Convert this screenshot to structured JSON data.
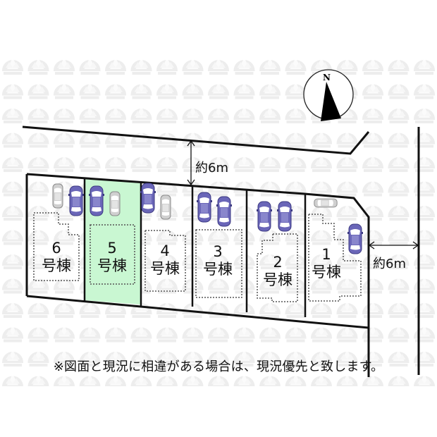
{
  "compass": {
    "north_label": "N"
  },
  "roads": {
    "north": {
      "width_label": "約6m"
    },
    "east": {
      "width_label": "約6m"
    }
  },
  "lots": [
    {
      "number": "1",
      "suffix": "号棟",
      "highlighted": false,
      "parking": [
        "blue-car",
        "gray-car"
      ]
    },
    {
      "number": "2",
      "suffix": "号棟",
      "highlighted": false,
      "parking": [
        "blue-car",
        "blue-car"
      ]
    },
    {
      "number": "3",
      "suffix": "号棟",
      "highlighted": false,
      "parking": [
        "blue-car",
        "blue-car"
      ]
    },
    {
      "number": "4",
      "suffix": "号棟",
      "highlighted": false,
      "parking": [
        "blue-car",
        "gray-car"
      ]
    },
    {
      "number": "5",
      "suffix": "号棟",
      "highlighted": true,
      "parking": [
        "blue-car",
        "gray-car"
      ]
    },
    {
      "number": "6",
      "suffix": "号棟",
      "highlighted": false,
      "parking": [
        "gray-car",
        "blue-car"
      ]
    }
  ],
  "note": "※図面と現況に相違がある場合は、現況優先と致します。",
  "colors": {
    "highlight": "#c9f7d2",
    "car_blue": "#6a66b8",
    "car_gray": "#c8c8c8",
    "line": "#111111",
    "watermark": "#ececec"
  }
}
